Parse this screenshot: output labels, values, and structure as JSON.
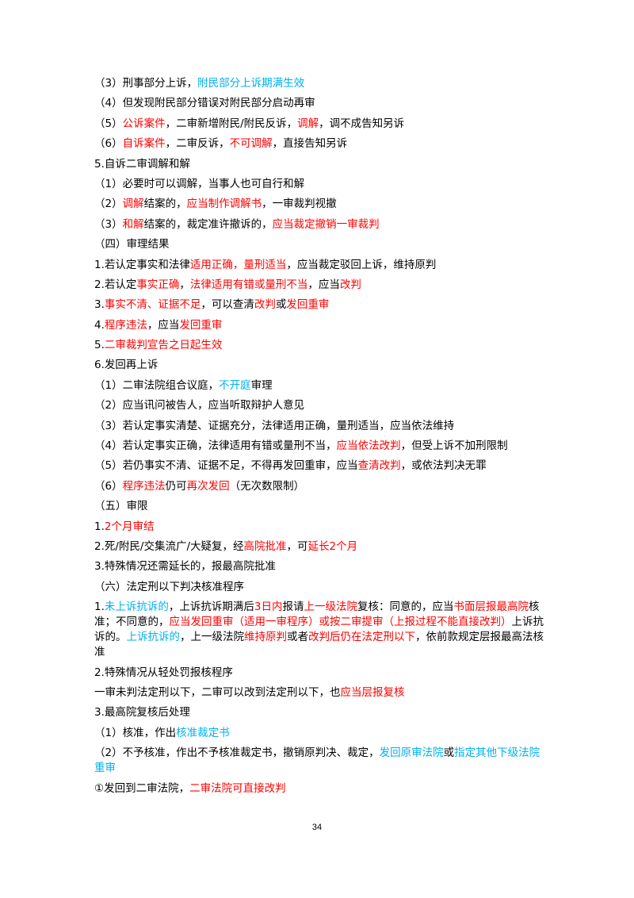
{
  "colors": {
    "text": "#000000",
    "red": "#ff0000",
    "blue": "#00b0f0"
  },
  "lines": [
    {
      "id": "l1",
      "segments": [
        {
          "t": "（3）刑事部分上诉，"
        },
        {
          "t": "附民部分上诉期满生效",
          "c": "blue"
        }
      ]
    },
    {
      "id": "l2",
      "segments": [
        {
          "t": "（4）但发现附民部分错误对附民部分启动再审"
        }
      ]
    },
    {
      "id": "l3",
      "segments": [
        {
          "t": "（5）"
        },
        {
          "t": "公诉案件",
          "c": "red"
        },
        {
          "t": "，二审新增附民/附民反诉，"
        },
        {
          "t": "调解",
          "c": "red"
        },
        {
          "t": "，调不成告知另诉"
        }
      ]
    },
    {
      "id": "l4",
      "segments": [
        {
          "t": "（6）"
        },
        {
          "t": "自诉案件",
          "c": "red"
        },
        {
          "t": "，二审反诉，"
        },
        {
          "t": "不可调解",
          "c": "red"
        },
        {
          "t": "，直接告知另诉"
        }
      ]
    },
    {
      "id": "l5",
      "segments": [
        {
          "t": "5.自诉二审调解和解"
        }
      ]
    },
    {
      "id": "l6",
      "segments": [
        {
          "t": "（1）必要时可以调解，当事人也可自行和解"
        }
      ]
    },
    {
      "id": "l7",
      "segments": [
        {
          "t": "（2）"
        },
        {
          "t": "调解",
          "c": "red"
        },
        {
          "t": "结案的，"
        },
        {
          "t": "应当制作调解书",
          "c": "red"
        },
        {
          "t": "，一审裁判视撤"
        }
      ]
    },
    {
      "id": "l8",
      "segments": [
        {
          "t": "（3）"
        },
        {
          "t": "和解",
          "c": "red"
        },
        {
          "t": "结案的，裁定准许撤诉的，"
        },
        {
          "t": "应当裁定撤销一审裁判",
          "c": "red"
        }
      ]
    },
    {
      "id": "l9",
      "segments": [
        {
          "t": "（四）审理结果"
        }
      ]
    },
    {
      "id": "l10",
      "segments": [
        {
          "t": "1.若认定事实和法律"
        },
        {
          "t": "适用正确，量刑适当",
          "c": "red"
        },
        {
          "t": "，应当裁定驳回上诉，维持原判"
        }
      ]
    },
    {
      "id": "l11",
      "segments": [
        {
          "t": "2.若认定"
        },
        {
          "t": "事实正确",
          "c": "red"
        },
        {
          "t": "，"
        },
        {
          "t": "法律适用有错或量刑不当",
          "c": "red"
        },
        {
          "t": "，应当"
        },
        {
          "t": "改判",
          "c": "red"
        }
      ]
    },
    {
      "id": "l12",
      "segments": [
        {
          "t": "3."
        },
        {
          "t": "事实不清、证据不足",
          "c": "red"
        },
        {
          "t": "，可以查清"
        },
        {
          "t": "改判",
          "c": "red"
        },
        {
          "t": "或"
        },
        {
          "t": "发回重审",
          "c": "red"
        }
      ]
    },
    {
      "id": "l13",
      "segments": [
        {
          "t": "4."
        },
        {
          "t": "程序违法",
          "c": "red"
        },
        {
          "t": "，应当"
        },
        {
          "t": "发回重审",
          "c": "red"
        }
      ]
    },
    {
      "id": "l14",
      "segments": [
        {
          "t": "5."
        },
        {
          "t": "二审裁判宣告之日起生效",
          "c": "red"
        }
      ]
    },
    {
      "id": "l15",
      "segments": [
        {
          "t": "6.发回再上诉"
        }
      ]
    },
    {
      "id": "l16",
      "segments": [
        {
          "t": "（1）二审法院组合议庭，"
        },
        {
          "t": "不开庭",
          "c": "blue"
        },
        {
          "t": "审理"
        }
      ]
    },
    {
      "id": "l17",
      "segments": [
        {
          "t": "（2）应当讯问被告人，应当听取辩护人意见"
        }
      ]
    },
    {
      "id": "l18",
      "segments": [
        {
          "t": "（3）若认定事实清楚、证据充分，法律适用正确，量刑适当，应当依法维持"
        }
      ]
    },
    {
      "id": "l19",
      "segments": [
        {
          "t": "（4）若认定事实正确，法律适用有错或量刑不当，"
        },
        {
          "t": "应当依法改判",
          "c": "red"
        },
        {
          "t": "，但受上诉不加刑限制"
        }
      ]
    },
    {
      "id": "l20",
      "segments": [
        {
          "t": "（5）若仍事实不清、证据不足，不得再发回重审，应当"
        },
        {
          "t": "查清改判",
          "c": "red"
        },
        {
          "t": "，或依法判决无罪"
        }
      ]
    },
    {
      "id": "l21",
      "segments": [
        {
          "t": "（6）"
        },
        {
          "t": "程序违法",
          "c": "red"
        },
        {
          "t": "仍可"
        },
        {
          "t": "再次发回",
          "c": "red"
        },
        {
          "t": "（无次数限制）"
        }
      ]
    },
    {
      "id": "l22",
      "segments": [
        {
          "t": "（五）审限"
        }
      ]
    },
    {
      "id": "l23",
      "segments": [
        {
          "t": "1."
        },
        {
          "t": "2个月审结",
          "c": "red"
        }
      ]
    },
    {
      "id": "l24",
      "segments": [
        {
          "t": "2.死/附民/交集流广/大疑复，经"
        },
        {
          "t": "高院批准",
          "c": "red"
        },
        {
          "t": "，可"
        },
        {
          "t": "延长2个月",
          "c": "red"
        }
      ]
    },
    {
      "id": "l25",
      "segments": [
        {
          "t": "3.特殊情况还需延长的，报最高院批准"
        }
      ]
    },
    {
      "id": "l26",
      "segments": [
        {
          "t": "（六）法定刑以下判决核准程序"
        }
      ]
    },
    {
      "id": "l27",
      "wrap": true,
      "segments": [
        {
          "t": "1."
        },
        {
          "t": "未上诉抗诉的",
          "c": "blue"
        },
        {
          "t": "，上诉抗诉期满后"
        },
        {
          "t": "3日内",
          "c": "red"
        },
        {
          "t": "报请"
        },
        {
          "t": "上一级法院",
          "c": "red"
        },
        {
          "t": "复核：同意的，应当"
        },
        {
          "t": "书面层报最高院",
          "c": "red"
        },
        {
          "t": "核准；不同意的，"
        },
        {
          "t": "应当发回重审（适用一审程序）或按二审提审（上报过程不能直接改判）",
          "c": "red"
        },
        {
          "t": "上诉抗诉的。"
        },
        {
          "t": "上诉抗诉的",
          "c": "blue"
        },
        {
          "t": "，上一级法院"
        },
        {
          "t": "维持原判",
          "c": "red"
        },
        {
          "t": "或者"
        },
        {
          "t": "改判后仍在法定刑以下",
          "c": "red"
        },
        {
          "t": "，依前款规定层报最高法核准"
        }
      ]
    },
    {
      "id": "l28",
      "segments": [
        {
          "t": "2.特殊情况从轻处罚报核程序"
        }
      ]
    },
    {
      "id": "l29",
      "segments": [
        {
          "t": "一审未判法定刑以下，二审可以改到法定刑以下，也"
        },
        {
          "t": "应当层报复核",
          "c": "red"
        }
      ]
    },
    {
      "id": "l30",
      "segments": [
        {
          "t": "3.最高院复核后处理"
        }
      ]
    },
    {
      "id": "l31",
      "segments": [
        {
          "t": "（1）核准，作出"
        },
        {
          "t": "核准裁定书",
          "c": "blue"
        }
      ]
    },
    {
      "id": "l32",
      "wrap": true,
      "segments": [
        {
          "t": "（2）不予核准，作出不予核准裁定书，撤销原判决、裁定，"
        },
        {
          "t": "发回原审法院",
          "c": "blue"
        },
        {
          "t": "或"
        },
        {
          "t": "指定其他下级法院重审",
          "c": "blue"
        }
      ]
    },
    {
      "id": "l33",
      "segments": [
        {
          "t": "①发回到二审法院，"
        },
        {
          "t": "二审法院可直接改判",
          "c": "red"
        }
      ]
    }
  ],
  "page_number": "34"
}
